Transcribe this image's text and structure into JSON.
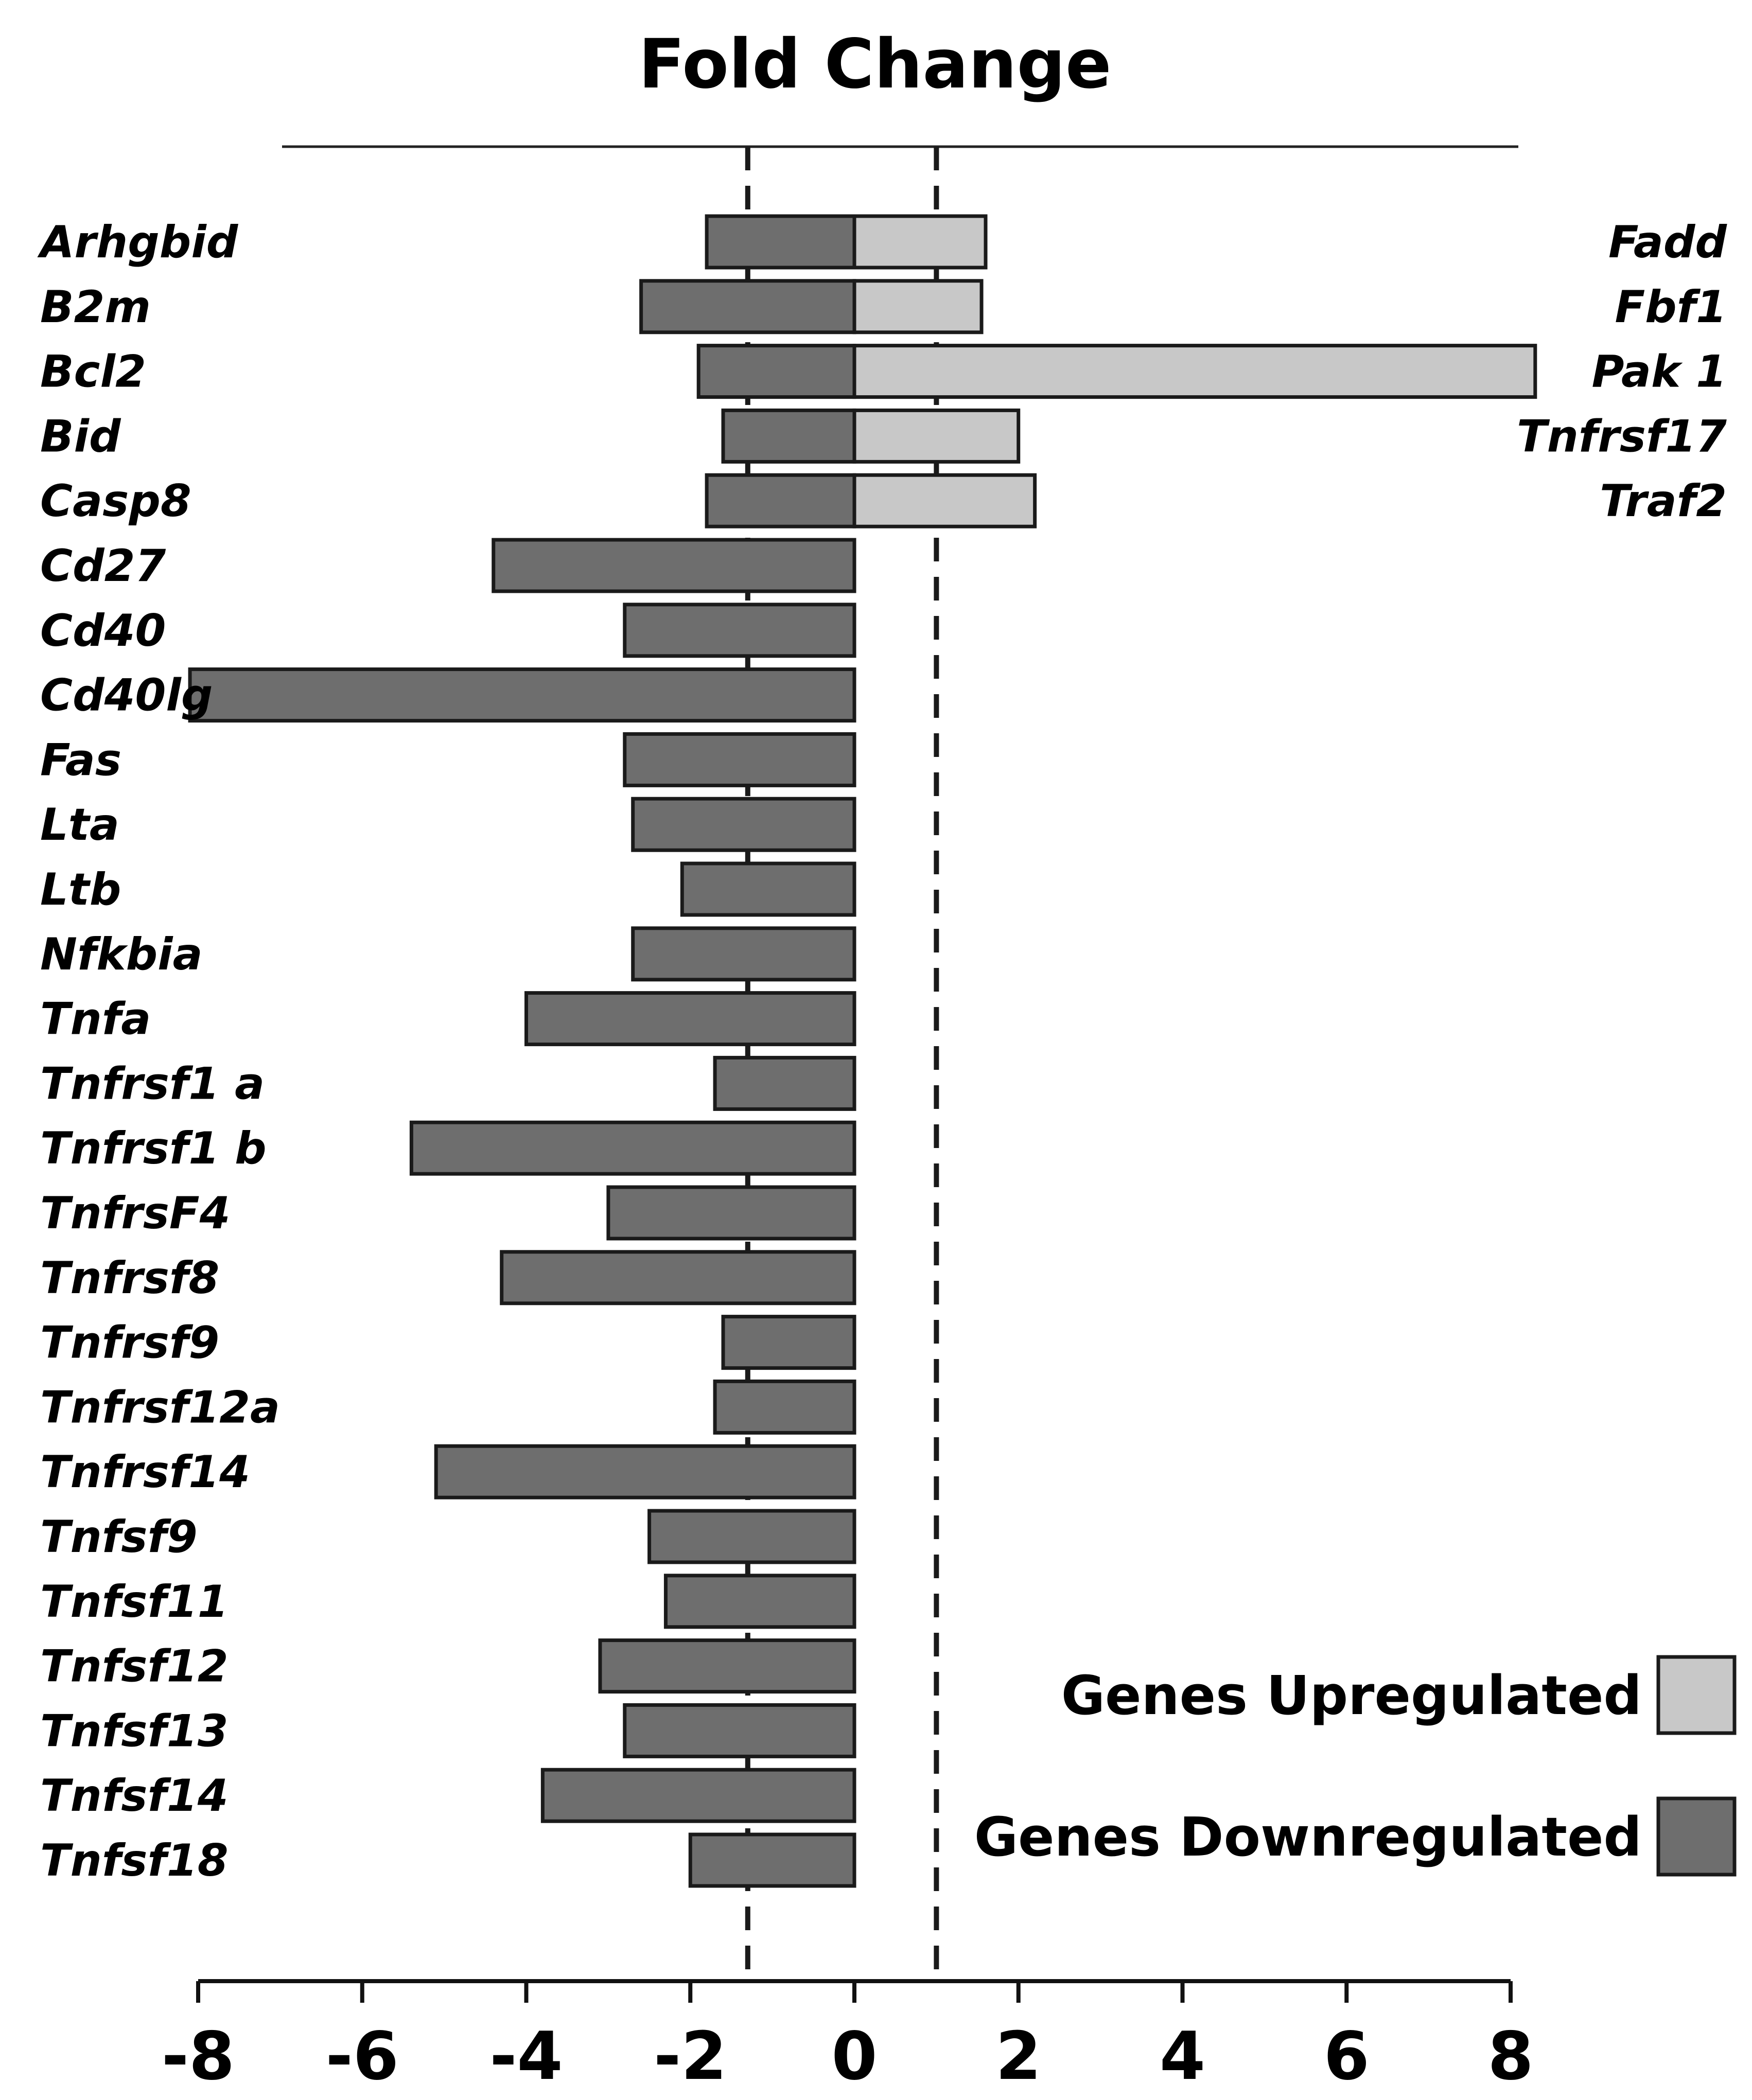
{
  "chart_data": {
    "type": "bar",
    "orientation": "horizontal",
    "title": "Fold Change",
    "xlim": [
      -8,
      8
    ],
    "xticks": [
      "-8",
      "-6",
      "-4",
      "-2",
      "0",
      "2",
      "4",
      "6",
      "8"
    ],
    "threshold_lines": [
      -1.3,
      1.0
    ],
    "grid": false,
    "legend_position": "bottom-right",
    "colors": {
      "upregulated": "#c8c8c8",
      "downregulated": "#6e6e6e",
      "outline": "#1a1a1a"
    },
    "legend": [
      {
        "label": "Genes Upregulated",
        "key": "upregulated"
      },
      {
        "label": "Genes Downregulated",
        "key": "downregulated"
      }
    ],
    "downregulated": {
      "name": "Genes Downregulated",
      "categories": [
        "Arhgbid",
        "B2m",
        "Bcl2",
        "Bid",
        "Casp8",
        "Cd27",
        "Cd40",
        "Cd40lg",
        "Fas",
        "Lta",
        "Ltb",
        "Nfkbia",
        "Tnfa",
        "Tnfrsf1 a",
        "Tnfrsf1 b",
        "TnfrsF4",
        "Tnfrsf8",
        "Tnfrsf9",
        "Tnfrsf12a",
        "Tnfrsf14",
        "Tnfsf9",
        "Tnfsf11",
        "Tnfsf12",
        "Tnfsf13",
        "Tnfsf14",
        "Tnfsf18"
      ],
      "values": [
        -1.8,
        -2.6,
        -1.9,
        -1.6,
        -1.8,
        -4.4,
        -2.8,
        -8.1,
        -2.8,
        -2.7,
        -2.1,
        -2.7,
        -4.0,
        -1.7,
        -5.4,
        -3.0,
        -4.3,
        -1.6,
        -1.7,
        -5.1,
        -2.5,
        -2.3,
        -3.1,
        -2.8,
        -3.8,
        -2.0
      ]
    },
    "upregulated": {
      "name": "Genes Upregulated",
      "categories": [
        "Fadd",
        "Fbf1",
        "Pak 1",
        "Tnfrsf17",
        "Traf2"
      ],
      "values": [
        1.6,
        1.55,
        8.3,
        2.0,
        2.2
      ]
    }
  }
}
